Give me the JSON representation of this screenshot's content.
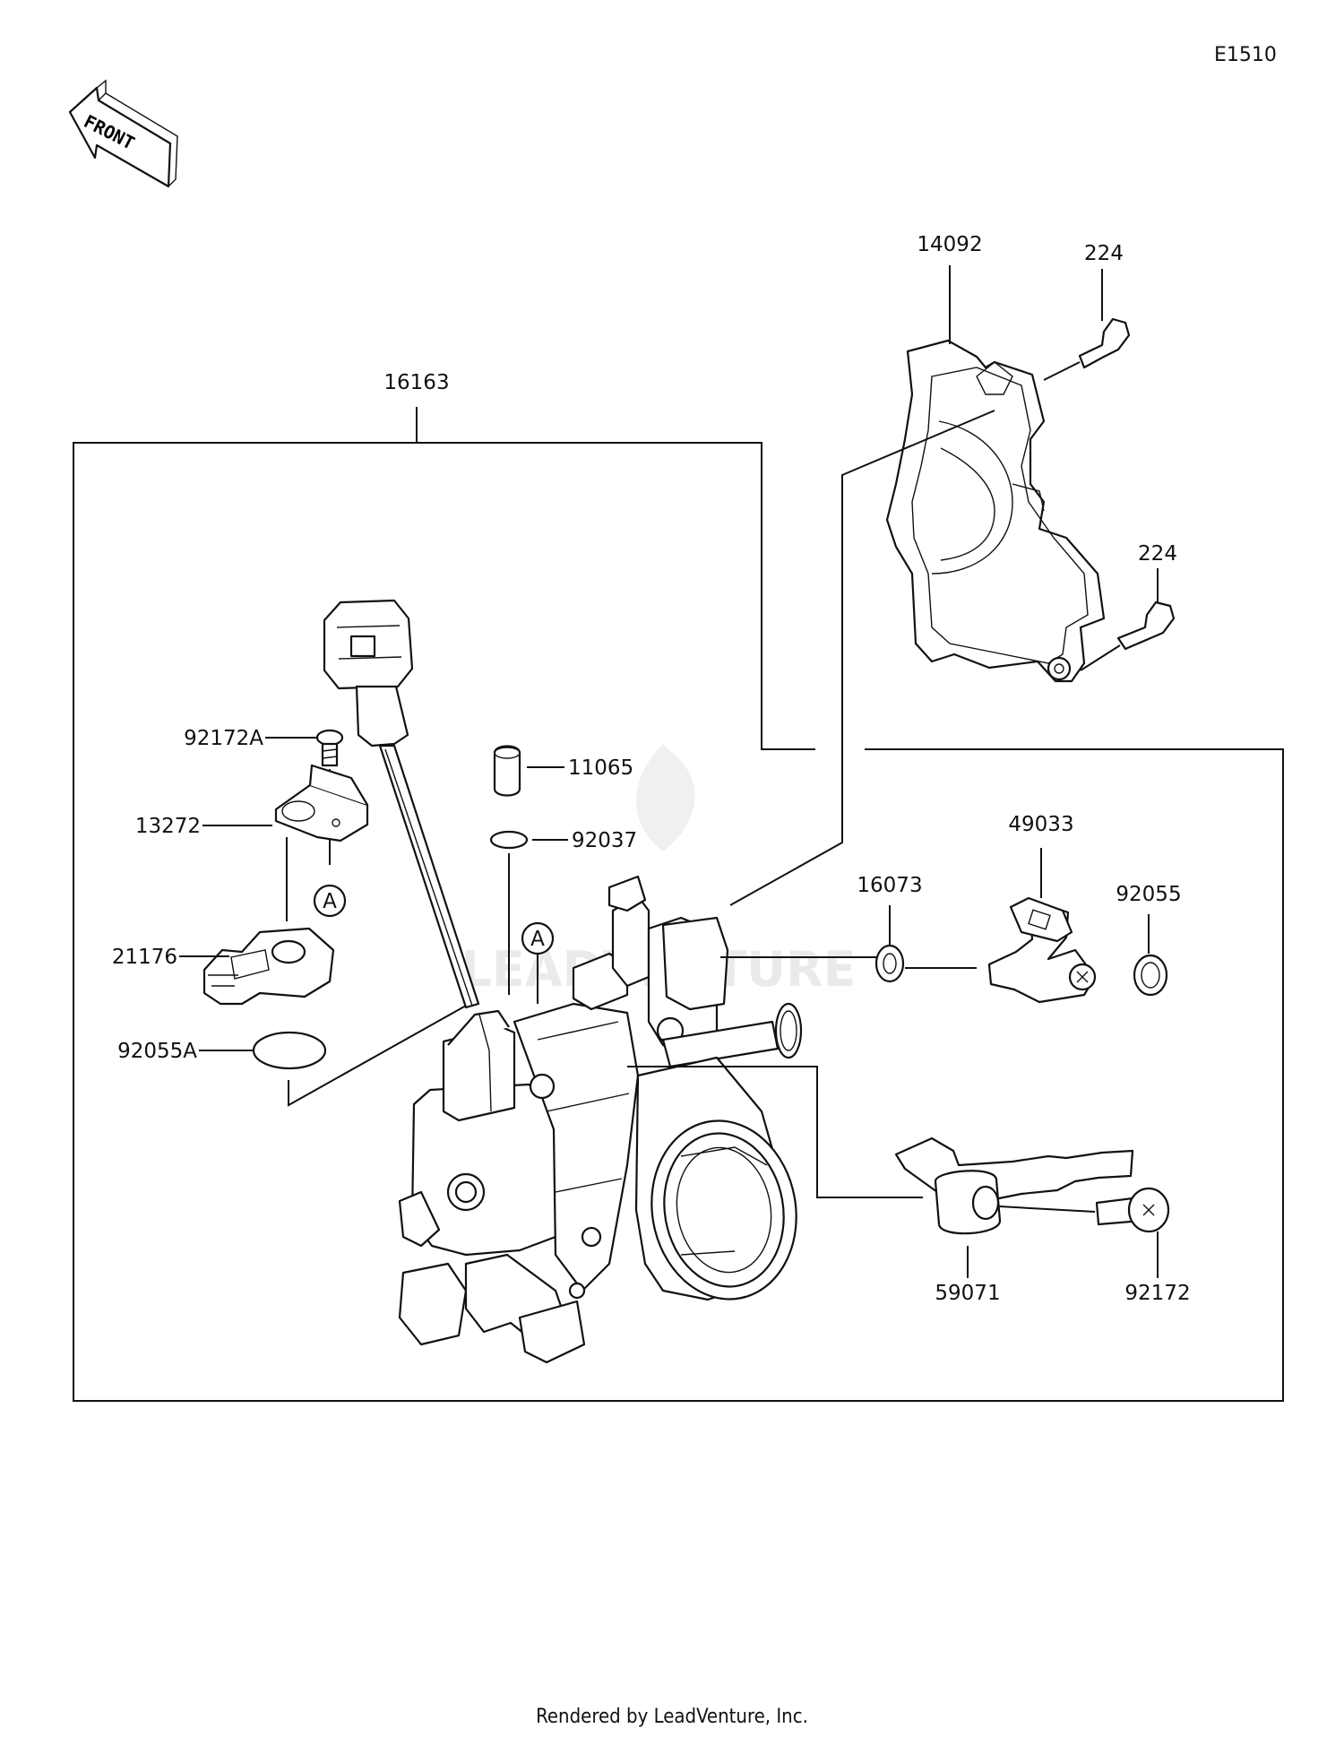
{
  "diagram_code": "E1510",
  "front_label": "FRONT",
  "watermark": "LEADVENTURE",
  "footer": "Rendered by LeadVenture, Inc.",
  "callout_a": "A",
  "parts": {
    "p16163": "16163",
    "p14092": "14092",
    "p224_top": "224",
    "p224_mid": "224",
    "p92172A": "92172A",
    "p13272": "13272",
    "p21176": "21176",
    "p92055A": "92055A",
    "p11065": "11065",
    "p92037": "92037",
    "p49033": "49033",
    "p16073": "16073",
    "p92055": "92055",
    "p59071": "59071",
    "p92172": "92172"
  }
}
